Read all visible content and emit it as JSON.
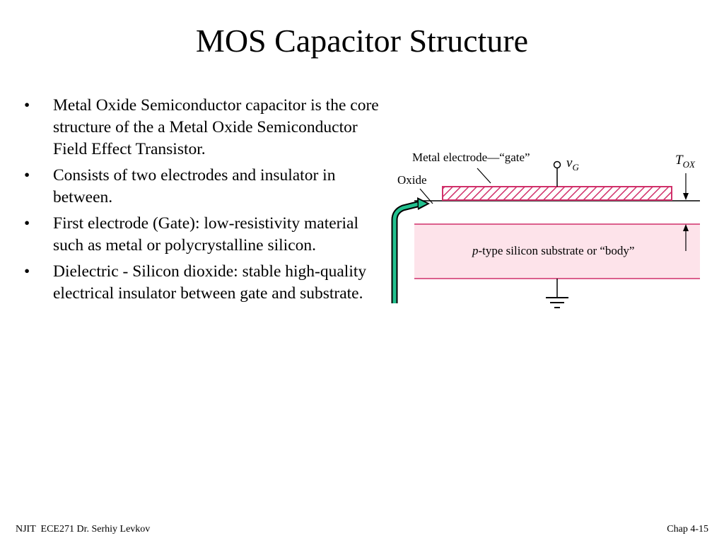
{
  "title": "MOS Capacitor Structure",
  "bullets": [
    "Metal Oxide Semiconductor capacitor is the core structure of the a Metal Oxide Semiconductor Field Effect Transistor.",
    "Consists of two electrodes and insulator in between.",
    "First electrode (Gate): low-resistivity material such as metal or polycrystalline silicon.",
    "Dielectric - Silicon dioxide: stable high-quality electrical insulator between gate and substrate."
  ],
  "bullet_symbol": "•",
  "figure": {
    "gate_label": "Metal electrode—“gate”",
    "oxide_label": "Oxide",
    "vg_symbol": "v",
    "vg_subscript": "G",
    "tox_symbol": "T",
    "tox_subscript": "OX",
    "substrate_italic": "p",
    "substrate_label": "-type silicon substrate or “body”",
    "colors": {
      "gate_hatch": "#d0306a",
      "substrate_fill": "#fde3ea",
      "substrate_line": "#d0306a",
      "arrow": "#22c08e"
    }
  },
  "footer": {
    "left": "NJIT  ECE271 Dr. Serhiy Levkov",
    "right": "Chap 4-15"
  }
}
